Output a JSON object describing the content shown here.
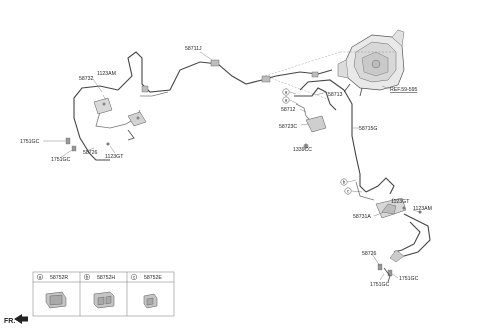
{
  "labels": {
    "p58711J": "58711J",
    "p58732": "58732",
    "p1123AM_left": "1123AM",
    "p1751GC_left_a": "1751GC",
    "p1751GC_left_b": "1751GC",
    "p58726_left": "58726",
    "p1123GT_left": "1123GT",
    "p58713": "58713",
    "p58712": "58712",
    "p58723C": "58723C",
    "p1339CC": "1339CC",
    "p58715G": "58715G",
    "ref": "REF.59-595",
    "p1123GT_right": "1123GT",
    "p1123AM_right": "1123AM",
    "p58731A": "58731A",
    "p58726_right": "58726",
    "p1751GC_right_a": "1751GC",
    "p1751GC_right_b": "1751GC",
    "fr": "FR."
  },
  "callouts": {
    "a": "a",
    "b": "b",
    "c": "c"
  },
  "legend": {
    "items": [
      {
        "letter": "a",
        "part": "58752R"
      },
      {
        "letter": "b",
        "part": "58752H"
      },
      {
        "letter": "c",
        "part": "58752E"
      }
    ]
  }
}
